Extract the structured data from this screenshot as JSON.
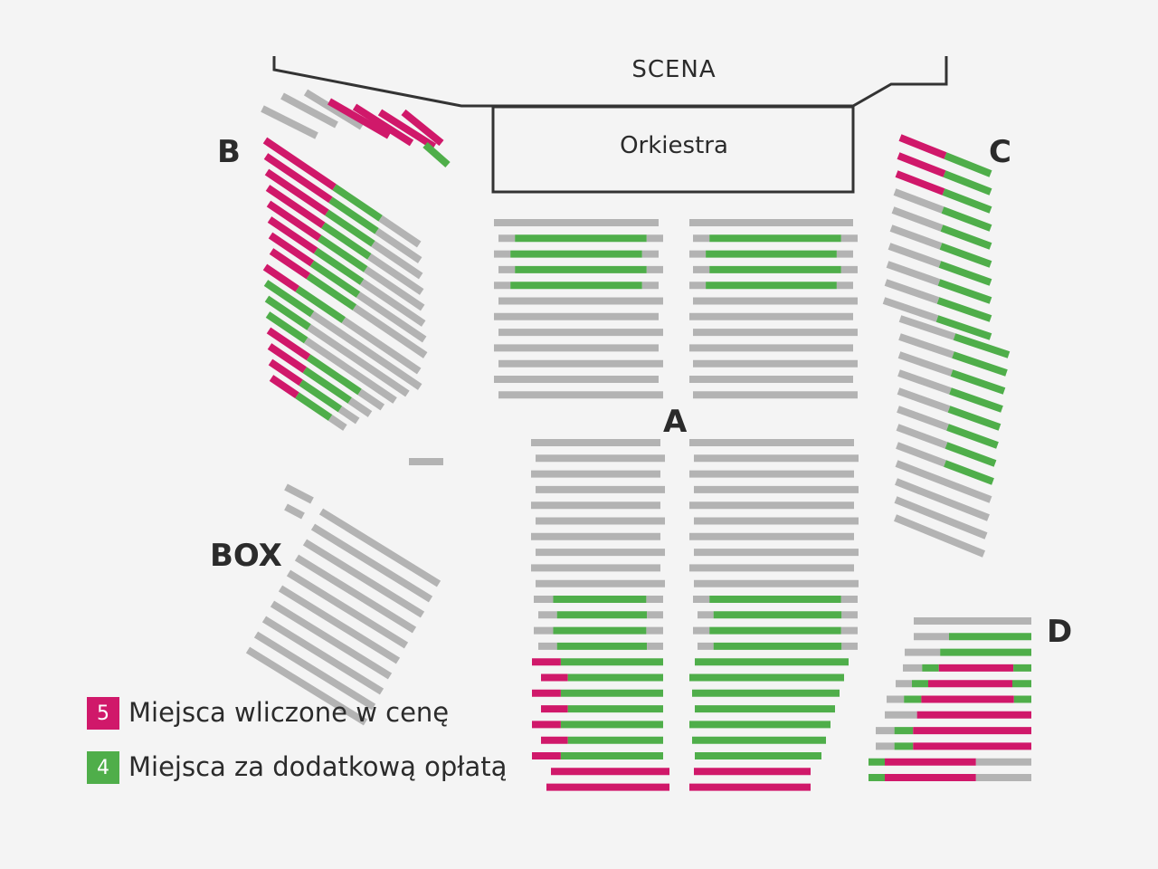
{
  "stage": {
    "label": "SCENA"
  },
  "orchestra": {
    "label": "Orkiestra"
  },
  "sections": {
    "A": "A",
    "B": "B",
    "C": "C",
    "D": "D",
    "BOX": "BOX"
  },
  "colors": {
    "included": "#d0186a",
    "extra": "#4fae4a",
    "other": "#b3b3b3",
    "outline": "#333333"
  },
  "legend": [
    {
      "count": "5",
      "label": "Miejsca wliczone w cenę",
      "color": "#d0186a"
    },
    {
      "count": "4",
      "label": "Miejsca za dodatkową opłatą",
      "color": "#4fae4a"
    }
  ]
}
